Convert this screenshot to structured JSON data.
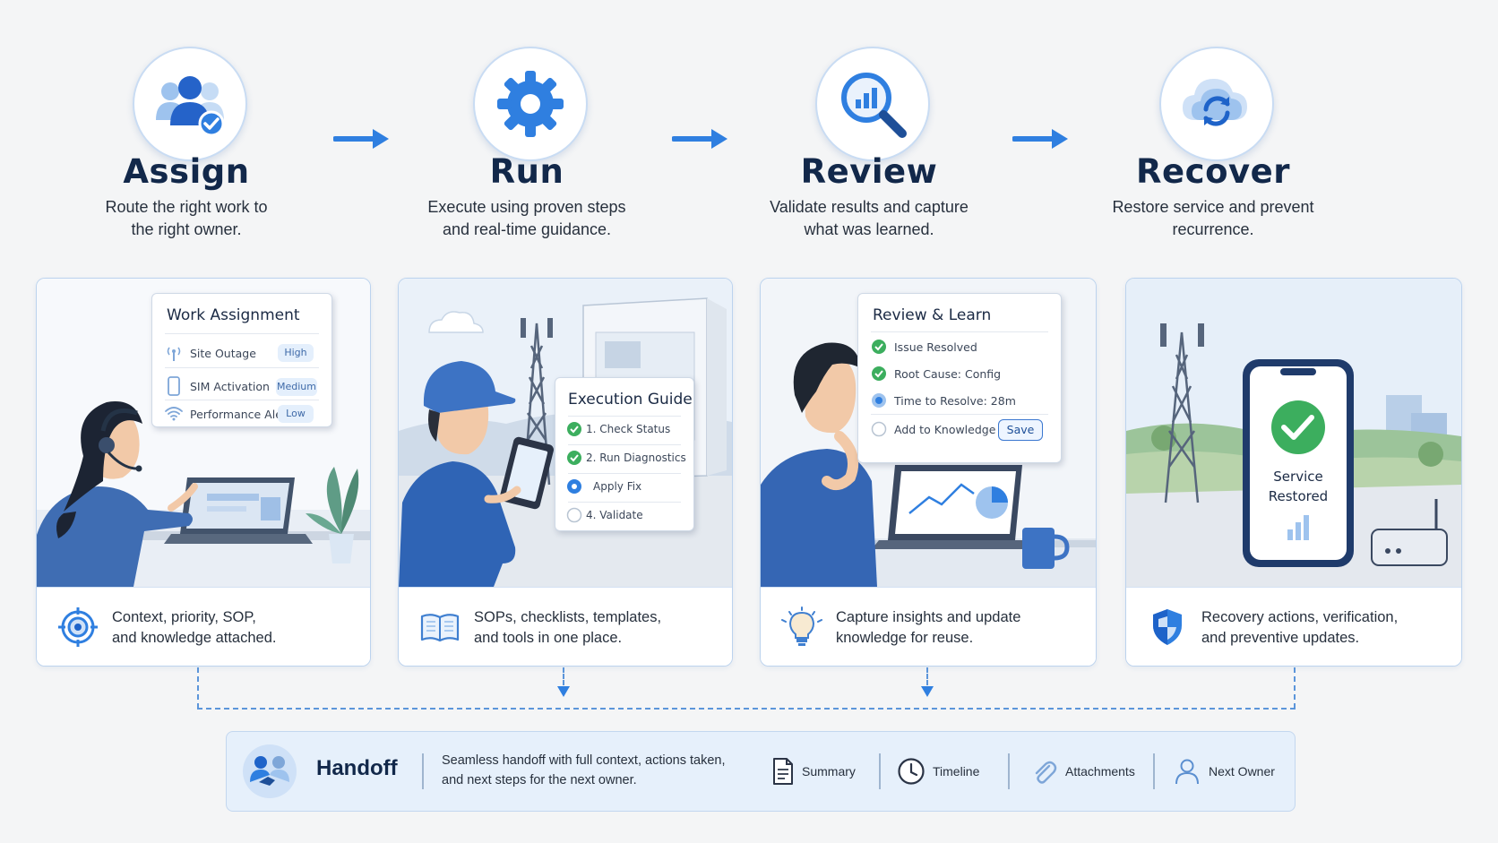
{
  "stages": [
    {
      "title": "Assign",
      "desc_line1": "Route the right work to",
      "desc_line2": "the right owner.",
      "icon": "users-check-icon"
    },
    {
      "title": "Run",
      "desc_line1": "Execute using proven steps",
      "desc_line2": "and real-time guidance.",
      "icon": "gear-icon"
    },
    {
      "title": "Review",
      "desc_line1": "Validate results and capture",
      "desc_line2": "what was learned.",
      "icon": "magnifier-chart-icon"
    },
    {
      "title": "Recover",
      "desc_line1": "Restore service and prevent",
      "desc_line2": "recurrence.",
      "icon": "cloud-refresh-icon"
    }
  ],
  "work_assignment": {
    "title": "Work Assignment",
    "rows": [
      {
        "label": "Site Outage",
        "priority": "High"
      },
      {
        "label": "SIM Activation",
        "priority": "Medium"
      },
      {
        "label": "Performance Alert",
        "priority": "Low"
      }
    ]
  },
  "execution_guide": {
    "title": "Execution Guide",
    "steps": [
      {
        "label": "1. Check Status",
        "state": "done"
      },
      {
        "label": "2. Run Diagnostics",
        "state": "done"
      },
      {
        "label": "Apply Fix",
        "state": "current"
      },
      {
        "label": "4. Validate",
        "state": "pending"
      }
    ]
  },
  "review_learn": {
    "title": "Review & Learn",
    "items": [
      {
        "label": "Issue Resolved",
        "state": "done"
      },
      {
        "label": "Root Cause: Config",
        "state": "done"
      },
      {
        "label": "Time to Resolve: 28m",
        "state": "current"
      },
      {
        "label": "Add to Knowledge",
        "state": "pending"
      }
    ],
    "save_label": "Save"
  },
  "recover_screen": {
    "line1": "Service",
    "line2": "Restored"
  },
  "card_footers": [
    {
      "line1": "Context, priority, SOP,",
      "line2": "and knowledge attached.",
      "icon": "target-icon"
    },
    {
      "line1": "SOPs, checklists, templates,",
      "line2": "and tools in one place.",
      "icon": "book-icon"
    },
    {
      "line1": "Capture insights and update",
      "line2": "knowledge for reuse.",
      "icon": "lightbulb-icon"
    },
    {
      "line1": "Recovery actions, verification,",
      "line2": "and preventive updates.",
      "icon": "shield-icon"
    }
  ],
  "handoff": {
    "title": "Handoff",
    "desc_line1": "Seamless handoff with full context, actions taken,",
    "desc_line2": "and next steps for the next owner.",
    "items": [
      {
        "label": "Summary",
        "icon": "document-icon"
      },
      {
        "label": "Timeline",
        "icon": "clock-icon"
      },
      {
        "label": "Attachments",
        "icon": "paperclip-icon"
      },
      {
        "label": "Next Owner",
        "icon": "person-icon"
      }
    ]
  },
  "colors": {
    "accent": "#2f7fe0",
    "dark_blue": "#1e4f98",
    "title": "#12284a",
    "success": "#3cae5e"
  }
}
